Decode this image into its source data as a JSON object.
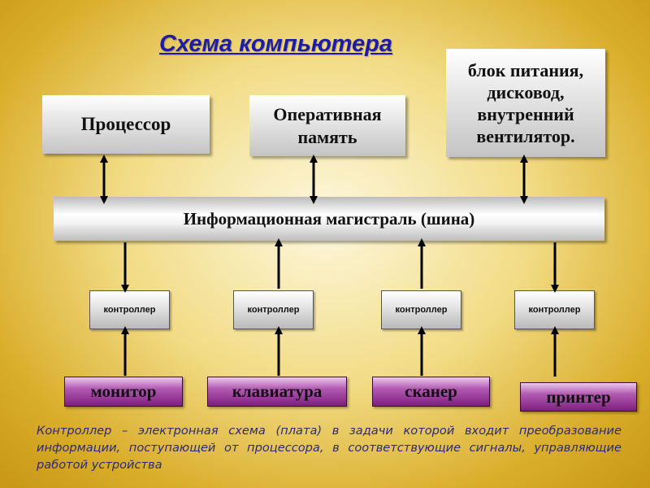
{
  "title": "Схема компьютера",
  "top_blocks": {
    "processor": "Процессор",
    "ram": "Оперативная память",
    "power": "блок питания, дисковод, внутренний вентилятор."
  },
  "bus": "Информационная магистраль (шина)",
  "controllers": [
    "контроллер",
    "контроллер",
    "контроллер",
    "контроллер"
  ],
  "devices": [
    "монитор",
    "клавиатура",
    "сканер",
    "принтер"
  ],
  "footer": "Контроллер – электронная схема (плата) в задачи которой входит преобразование информации, поступающей от процессора, в соответствующие сигналы, управляющие работой устройства"
}
